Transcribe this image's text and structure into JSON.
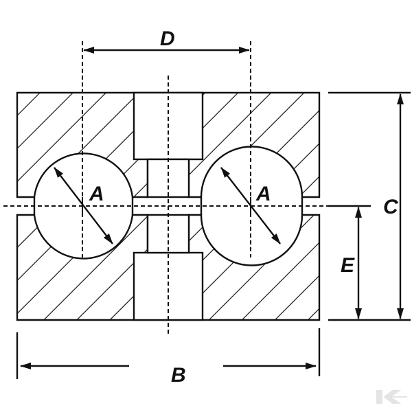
{
  "labels": {
    "D": "D",
    "A_left": "A",
    "A_right": "A",
    "C": "C",
    "E": "E",
    "B": "B"
  },
  "watermark": "K",
  "colors": {
    "line": "#111111",
    "background": "#ffffff",
    "watermark": "#e4e4e4"
  }
}
